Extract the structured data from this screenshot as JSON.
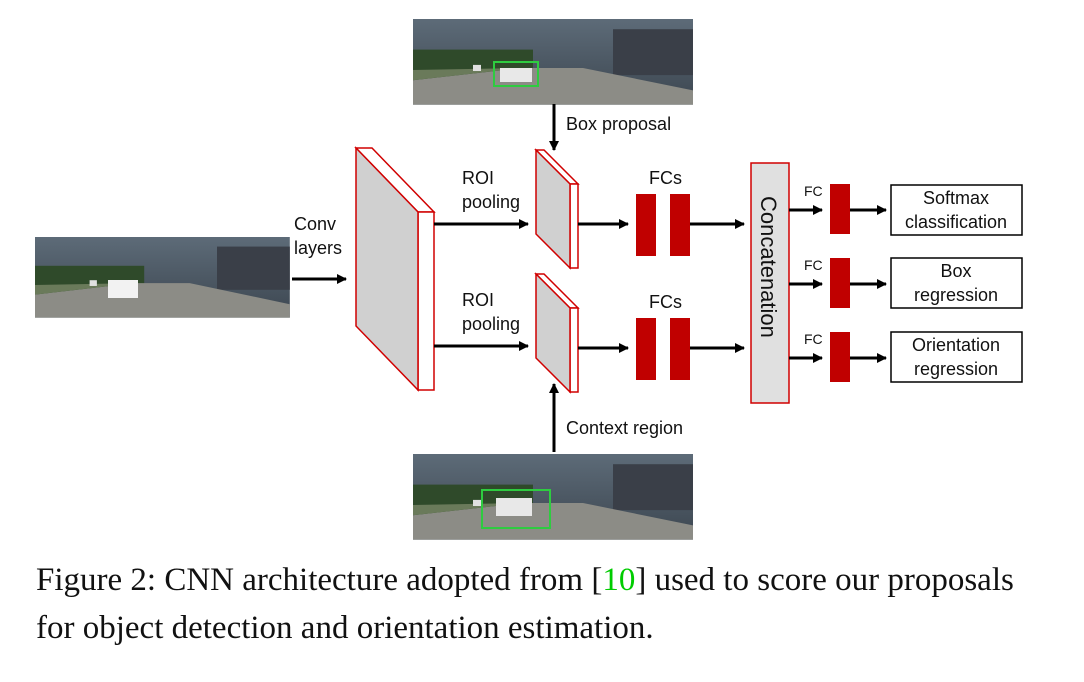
{
  "diagram": {
    "colors": {
      "accent": "#c00000",
      "box_fill": "#d0d0d0",
      "edge": "#d00000",
      "arrow": "#000000"
    },
    "labels": {
      "conv": [
        "Conv",
        "layers"
      ],
      "box_proposal": "Box proposal",
      "context_region": "Context region",
      "roi_top": [
        "ROI",
        "pooling"
      ],
      "roi_bottom": [
        "ROI",
        "pooling"
      ],
      "fcs_top": "FCs",
      "fcs_bottom": "FCs",
      "concat": "Concatenation",
      "fc1": "FC",
      "fc2": "FC",
      "fc3": "FC",
      "out1": [
        "Softmax",
        "classification"
      ],
      "out2": [
        "Box",
        "regression"
      ],
      "out3": [
        "Orientation",
        "regression"
      ]
    }
  },
  "caption": {
    "prefix": "Figure 2:",
    "text_before": "CNN architecture adopted from [",
    "citation": "10",
    "text_after": "] used to score our proposals for object detection and orientation estimation."
  }
}
